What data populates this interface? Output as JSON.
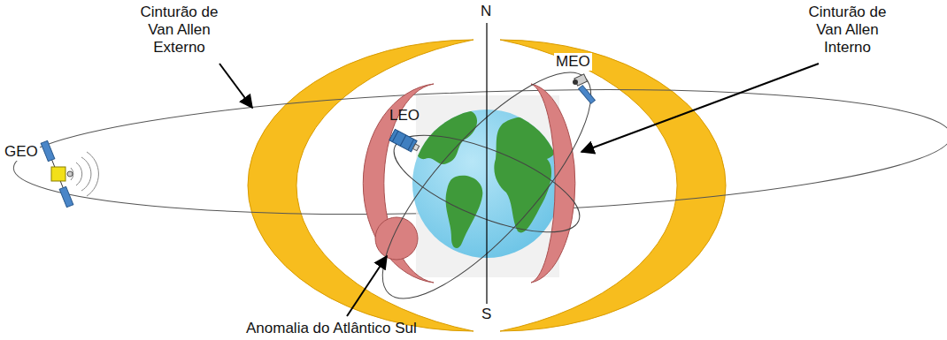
{
  "diagram": {
    "labels": [
      "Cinturão de Van Allen Externo",
      "N",
      "Cinturão de Van Allen Interno",
      "MEO",
      "LEO",
      "GEO",
      "S",
      "Anomalia do Atlântico Sul"
    ]
  }
}
